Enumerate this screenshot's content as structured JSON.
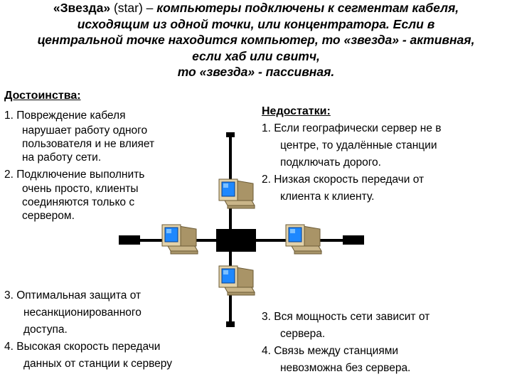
{
  "title": {
    "term": "«Звезда»",
    "eng": " (star) – ",
    "line1_rest": "компьютеры подключены к сегментам кабеля,",
    "line2": "исходящим из одной точки, или концентратора. Если в",
    "line3": "центральной точке находится компьютер, то «звезда» - активная,",
    "line4": "если хаб или свитч,",
    "line5": "то «звезда» - пассивная."
  },
  "advantages": {
    "heading": "Достоинства:",
    "items": [
      "1. Повреждение кабеля",
      "нарушает работу одного",
      "пользователя и не влияет",
      "на работу сети.",
      "2. Подключение выполнить",
      "очень просто, клиенты",
      "соединяются только с",
      "сервером.",
      "3. Оптимальная защита от",
      "несанкционированного",
      "доступа.",
      "4. Высокая скорость передачи",
      "данных от станции к серверу"
    ]
  },
  "disadvantages": {
    "heading": "Недостатки:",
    "items": [
      "1. Если географически сервер не в",
      "центре, то удалённые станции",
      "подключать дорого.",
      "2. Низкая скорость передачи от",
      "клиента к клиенту.",
      "3. Вся мощность сети зависит от",
      "сервера.",
      "4. Связь между станциями",
      "невозможна без сервера."
    ]
  },
  "diagram": {
    "hub_color": "#000000",
    "cable_color": "#000000",
    "monitor_body": "#e2d1a9",
    "monitor_screen": "#1e88ff",
    "icon": "computer-icon"
  }
}
